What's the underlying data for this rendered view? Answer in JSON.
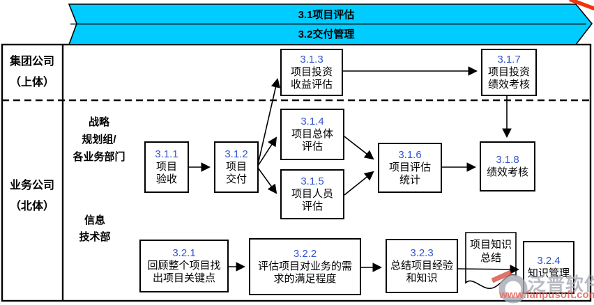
{
  "banner": {
    "row1": "3.1项目评估",
    "row2": "3.2交付管理"
  },
  "lanes": {
    "group_company": "集团公司\n（上体）",
    "business_company": "业务公司\n（北体）",
    "strategy_dept": "战略\n规划组/\n各业务部门",
    "it_dept": "信息\n技术部"
  },
  "boxes": {
    "b311": {
      "num": "3.1.1",
      "label": "项目\n验收"
    },
    "b312": {
      "num": "3.1.2",
      "label": "项目\n交付"
    },
    "b313": {
      "num": "3.1.3",
      "label": "项目投资\n收益评估"
    },
    "b314": {
      "num": "3.1.4",
      "label": "项目总体\n评估"
    },
    "b315": {
      "num": "3.1.5",
      "label": "项目人员\n评估"
    },
    "b316": {
      "num": "3.1.6",
      "label": "项目评估\n统计"
    },
    "b317": {
      "num": "3.1.7",
      "label": "项目投资\n绩效考核"
    },
    "b318": {
      "num": "3.1.8",
      "label": "绩效考核"
    },
    "b321": {
      "num": "3.2.1",
      "label": "回顾整个项目找\n出项目关键点"
    },
    "b322": {
      "num": "3.2.2",
      "label": "评估项目对业务的需\n求的满足程度"
    },
    "b323": {
      "num": "3.2.3",
      "label": "总结项目经验\n和知识"
    },
    "b324": {
      "num": "3.2.4",
      "label": "知识管理"
    },
    "doc": {
      "label": "项目知识\n总结"
    }
  },
  "colors": {
    "banner_fill": "#00ccff",
    "number_blue": "#3355cc",
    "corner_red": "#f2330f",
    "watermark_grey": "#a7abb3",
    "watermark_red": "#e0564d"
  },
  "watermark": {
    "brand": "泛普软件",
    "url": "www.fanpusoft.com"
  }
}
